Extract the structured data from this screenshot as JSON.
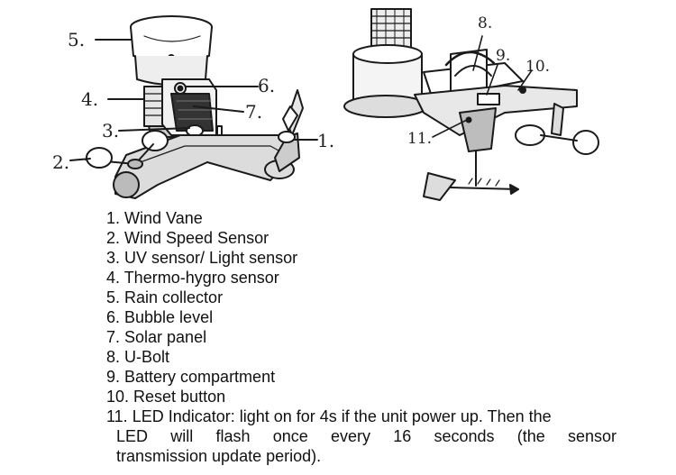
{
  "callouts": {
    "c1": "1.",
    "c2": "2.",
    "c3": "3.",
    "c4": "4.",
    "c5": "5.",
    "c6": "6.",
    "c7": "7.",
    "c8": "8.",
    "c9": "9.",
    "c10": "10.",
    "c11": "11."
  },
  "legend": [
    "1. Wind Vane",
    "2. Wind Speed Sensor",
    "3. UV sensor/ Light sensor",
    "4. Thermo-hygro sensor",
    "5. Rain collector",
    "6. Bubble level",
    "7. Solar panel",
    "8. U-Bolt",
    "9. Battery compartment",
    "10. Reset button"
  ],
  "legend_item_11": {
    "first_line": "11. LED Indicator: light on for 4s if the unit power up. Then the",
    "second_line": "LED will flash once every 16 seconds (the sensor",
    "third_line": "transmission update period)."
  }
}
